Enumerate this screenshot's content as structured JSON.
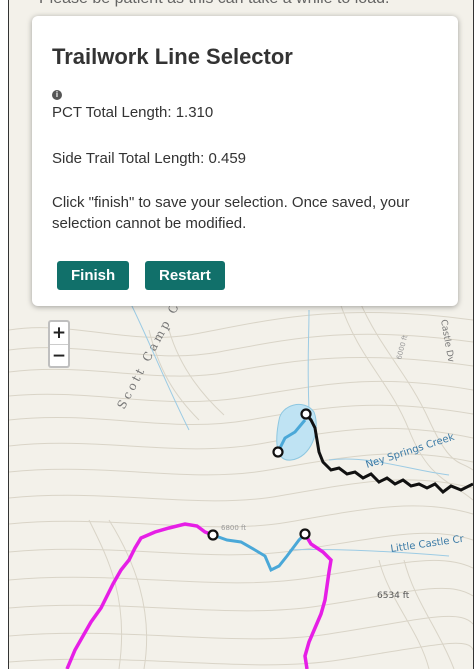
{
  "page": {
    "top_hint": "Please be patient as this can take a while to load."
  },
  "panel": {
    "title": "Trailwork Line Selector",
    "info_icon": "info-icon",
    "pct_total": "PCT Total Length: 1.310",
    "side_total": "Side Trail Total Length: 0.459",
    "note": "Click \"finish\" to save your selection. Once saved, your selection cannot be modified.",
    "finish_label": "Finish",
    "restart_label": "Restart",
    "button_color": "#11706a"
  },
  "zoom": {
    "in_label": "+",
    "out_label": "−"
  },
  "map": {
    "labels": {
      "scott_camp": "Scott Camp Cr",
      "ney_springs": "Ney Springs Creek",
      "little_castle": "Little Castle Cr",
      "elevation_1": "6534 ft",
      "castle_dv": "Castle Dv",
      "elev_small_1": "6000 ft",
      "elev_small_2": "6800 ft"
    },
    "colors": {
      "pct_line": "#e61ee6",
      "side_trail": "#4aa8d8",
      "existing_trail": "#111111",
      "lake": "#bfe3f3",
      "terrain": "#f3f1ea",
      "contour": "#d9d4c7"
    }
  }
}
